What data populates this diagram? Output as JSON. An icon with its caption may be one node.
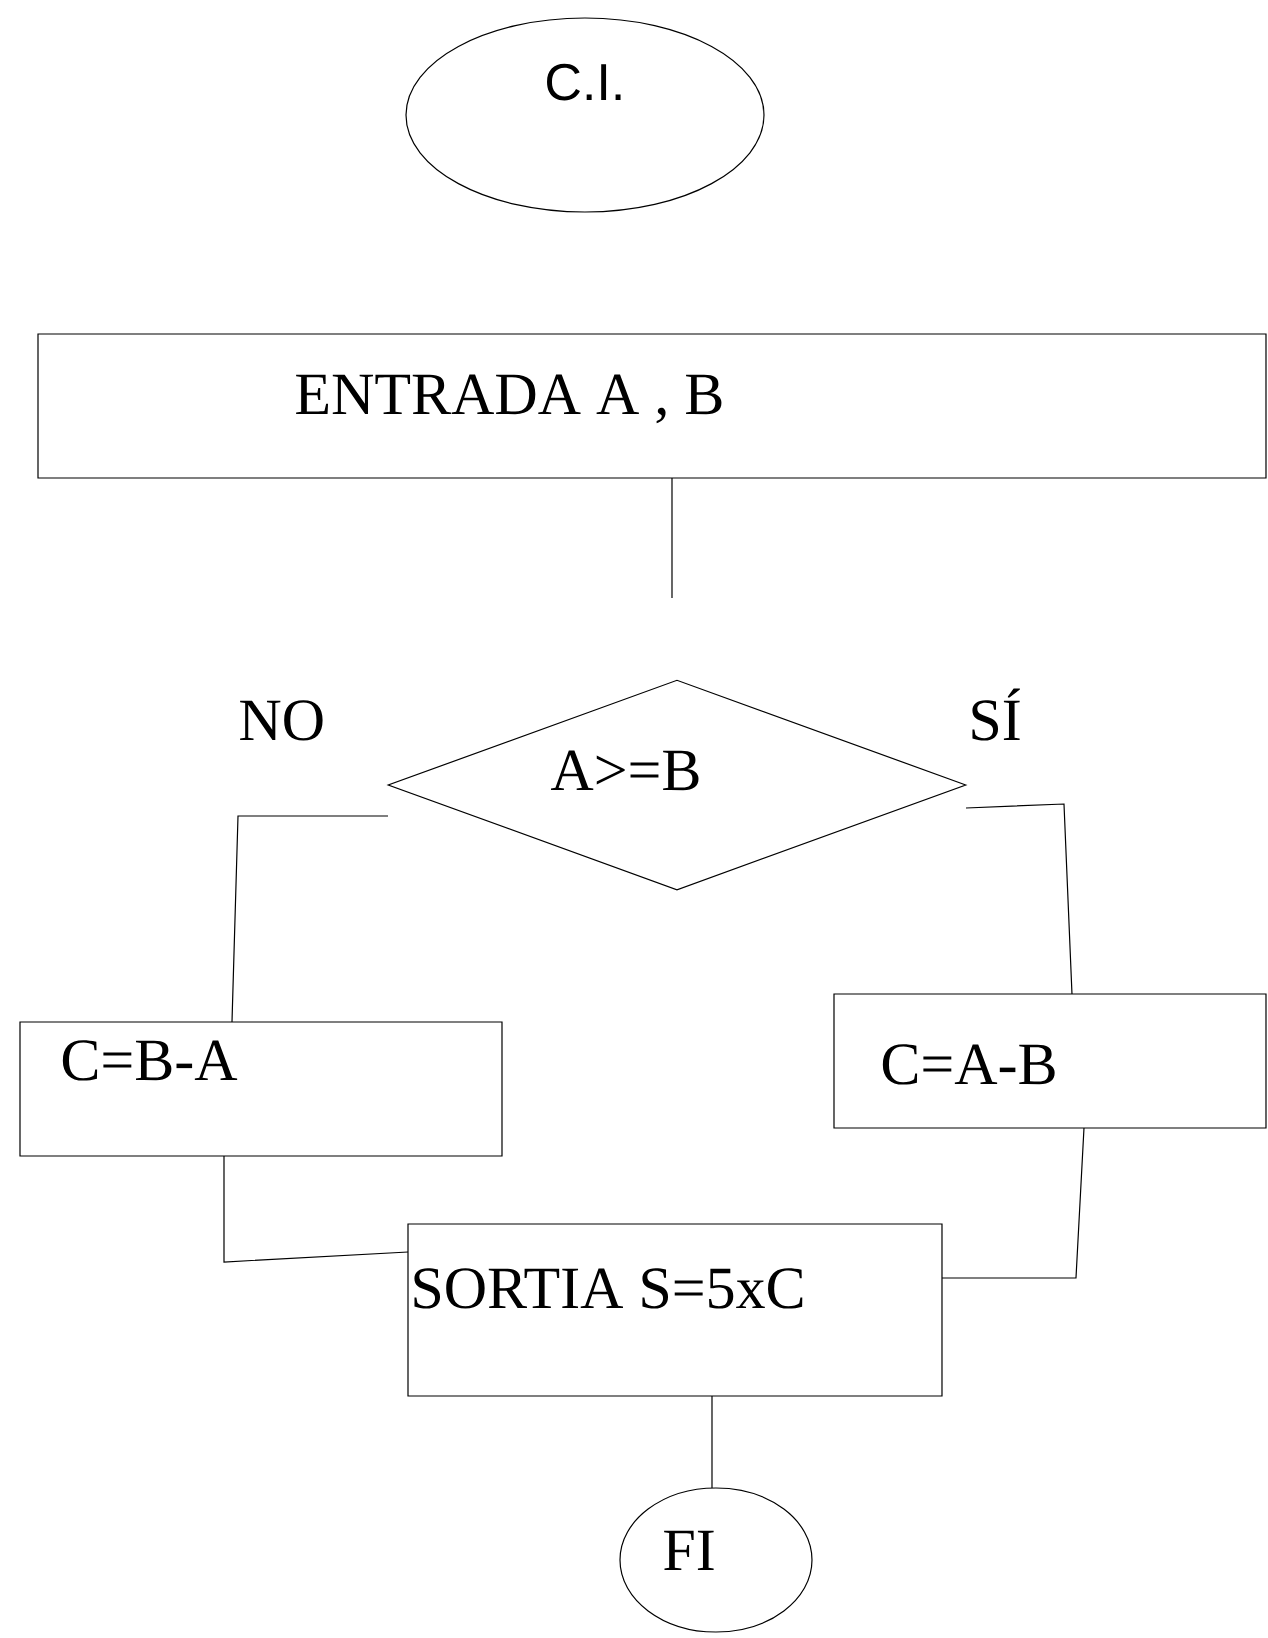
{
  "diagram": {
    "nodes": [
      {
        "text": [
          "C.I."
        ]
      },
      {
        "text": [
          "ENTRADA A , B"
        ]
      },
      {
        "text": [
          "A>=B"
        ]
      },
      {
        "text": [
          "C=B-A"
        ]
      },
      {
        "text": [
          "C=A-B"
        ]
      },
      {
        "text": [
          "SORTIA S=5xC"
        ]
      },
      {
        "text": [
          "FI"
        ]
      }
    ],
    "edges": [
      {
        "from": 1,
        "to": null,
        "arrow": "none"
      },
      {
        "from": 2,
        "to": 3,
        "arrow": "none"
      },
      {
        "from": 2,
        "to": 4,
        "arrow": "none"
      },
      {
        "from": 3,
        "to": 5,
        "arrow": "none"
      },
      {
        "from": 4,
        "to": 5,
        "arrow": "none"
      },
      {
        "from": 5,
        "to": 6,
        "arrow": "none"
      }
    ],
    "labels": [
      "NO",
      "SÍ"
    ]
  }
}
